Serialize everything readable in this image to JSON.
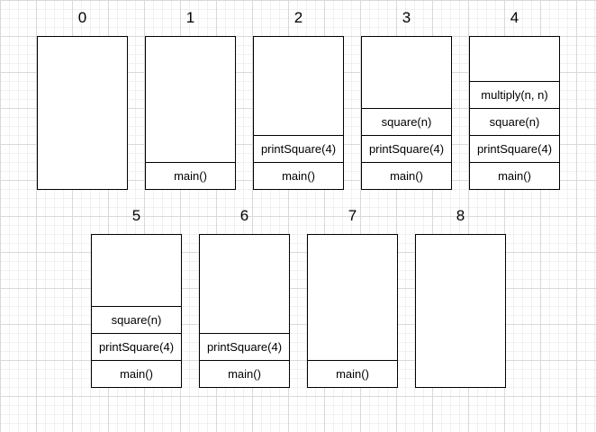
{
  "stacks": [
    {
      "label": "0",
      "frames": []
    },
    {
      "label": "1",
      "frames": [
        "main()"
      ]
    },
    {
      "label": "2",
      "frames": [
        "printSquare(4)",
        "main()"
      ]
    },
    {
      "label": "3",
      "frames": [
        "square(n)",
        "printSquare(4)",
        "main()"
      ]
    },
    {
      "label": "4",
      "frames": [
        "multiply(n, n)",
        "square(n)",
        "printSquare(4)",
        "main()"
      ]
    },
    {
      "label": "5",
      "frames": [
        "square(n)",
        "printSquare(4)",
        "main()"
      ]
    },
    {
      "label": "6",
      "frames": [
        "printSquare(4)",
        "main()"
      ]
    },
    {
      "label": "7",
      "frames": [
        "main()"
      ]
    },
    {
      "label": "8",
      "frames": []
    }
  ]
}
